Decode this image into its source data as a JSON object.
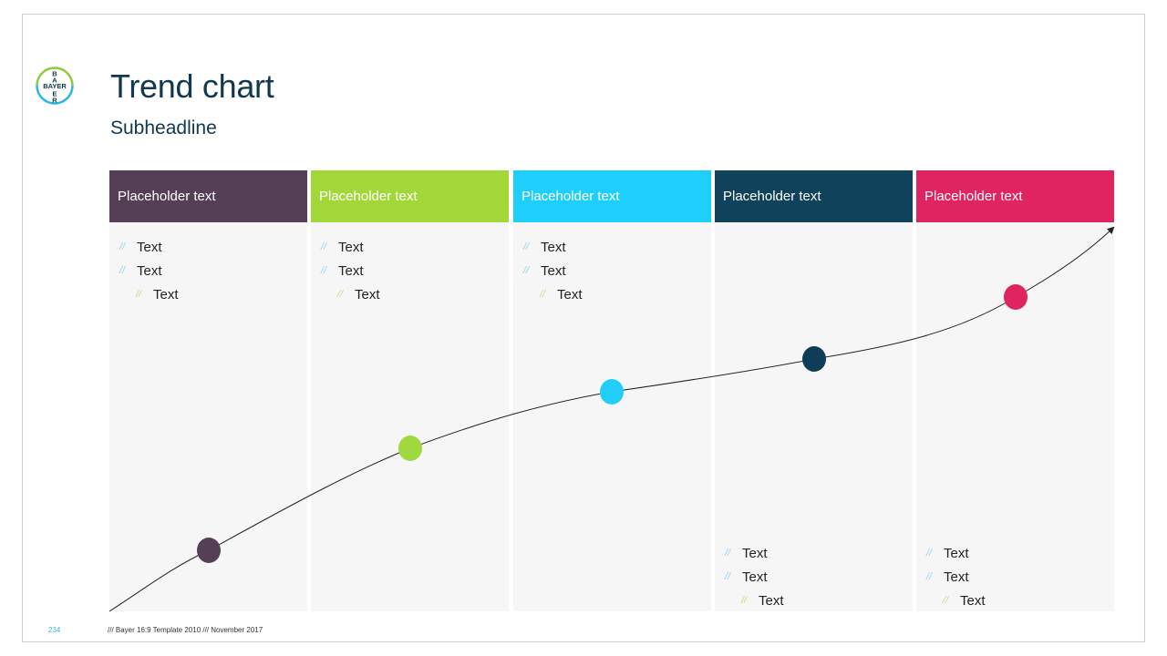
{
  "logo": {
    "text": "BAYER",
    "icon": "bayer-cross-logo"
  },
  "title": "Trend chart",
  "subtitle": "Subheadline",
  "columns": [
    {
      "header": "Placeholder text",
      "color": "#553f56",
      "dot_color": "#553f56",
      "bullets_position": "top",
      "bullets": [
        {
          "level": 1,
          "text": "Text"
        },
        {
          "level": 1,
          "text": "Text"
        },
        {
          "level": 2,
          "text": "Text"
        }
      ]
    },
    {
      "header": "Placeholder text",
      "color": "#a2d73a",
      "dot_color": "#9fd83f",
      "bullets_position": "top",
      "bullets": [
        {
          "level": 1,
          "text": "Text"
        },
        {
          "level": 1,
          "text": "Text"
        },
        {
          "level": 2,
          "text": "Text"
        }
      ]
    },
    {
      "header": "Placeholder text",
      "color": "#1fcffb",
      "dot_color": "#22cdf7",
      "bullets_position": "top",
      "bullets": [
        {
          "level": 1,
          "text": "Text"
        },
        {
          "level": 1,
          "text": "Text"
        },
        {
          "level": 2,
          "text": "Text"
        }
      ]
    },
    {
      "header": "Placeholder text",
      "color": "#10425b",
      "dot_color": "#0f3d56",
      "bullets_position": "bottom",
      "bullets": [
        {
          "level": 1,
          "text": "Text"
        },
        {
          "level": 1,
          "text": "Text"
        },
        {
          "level": 2,
          "text": "Text"
        }
      ]
    },
    {
      "header": "Placeholder text",
      "color": "#e0245f",
      "dot_color": "#e0245f",
      "bullets_position": "bottom",
      "bullets": [
        {
          "level": 1,
          "text": "Text"
        },
        {
          "level": 1,
          "text": "Text"
        },
        {
          "level": 2,
          "text": "Text"
        }
      ]
    }
  ],
  "bullet_mark": "//",
  "page_number": "234",
  "footer": "/// Bayer 16:9 Template 2010 /// November 2017"
}
